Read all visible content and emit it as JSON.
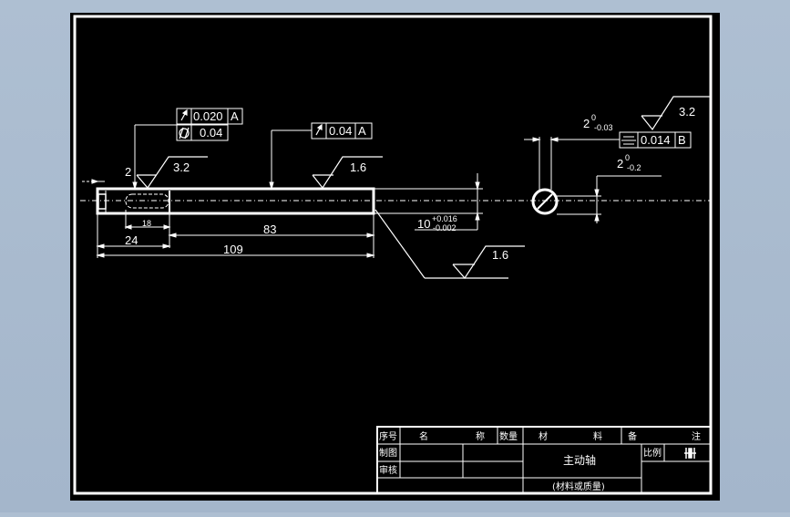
{
  "drawing": {
    "tolerance_frames": [
      {
        "symbol": "circular-runout",
        "value": "0.020",
        "datum": "A"
      },
      {
        "symbol": "cylindricity",
        "value": "0.04",
        "datum": ""
      },
      {
        "symbol": "circular-runout",
        "value": "0.04",
        "datum": "A"
      },
      {
        "symbol": "symmetry",
        "value": "0.014",
        "datum": "B"
      }
    ],
    "roughness": [
      "3.2",
      "1.6",
      "1.6",
      "3.2"
    ],
    "dimensions": {
      "chamfer": "2",
      "keyway_length": "18",
      "keyway_offset": "24",
      "shaft_body_length": "83",
      "total_length": "109",
      "diameter_base": "10",
      "diameter_upper_dev": "+0.016",
      "diameter_lower_dev": "-0.002",
      "keyway_depth_base": "2",
      "keyway_depth_upper_dev": "0",
      "keyway_depth_lower_dev": "-0.03",
      "keyway_width_base": "2",
      "keyway_width_upper_dev": "0",
      "keyway_width_lower_dev": "-0.2"
    }
  },
  "title_block": {
    "headers": [
      "序号",
      "名",
      "称",
      "数量",
      "材",
      "料",
      "备",
      "注"
    ],
    "drawn_label": "制图",
    "checked_label": "审核",
    "part_name": "主动轴",
    "scale_label": "比例",
    "material_note": "(材料或质量)"
  }
}
